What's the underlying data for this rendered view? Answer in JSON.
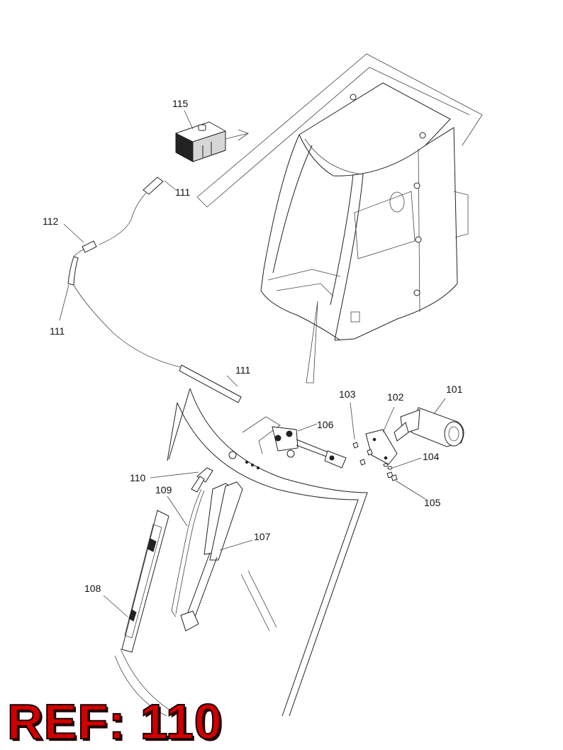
{
  "callouts": {
    "p101": "101",
    "p102": "102",
    "p103": "103",
    "p104": "104",
    "p105": "105",
    "p106": "106",
    "p107": "107",
    "p108": "108",
    "p109": "109",
    "p110": "110",
    "p111a": "111",
    "p111b": "111",
    "p111c": "111",
    "p112": "112",
    "p115": "115"
  },
  "reference": "REF: 110",
  "colors": {
    "reference_text": "#d00000",
    "line_art": "#222222"
  }
}
